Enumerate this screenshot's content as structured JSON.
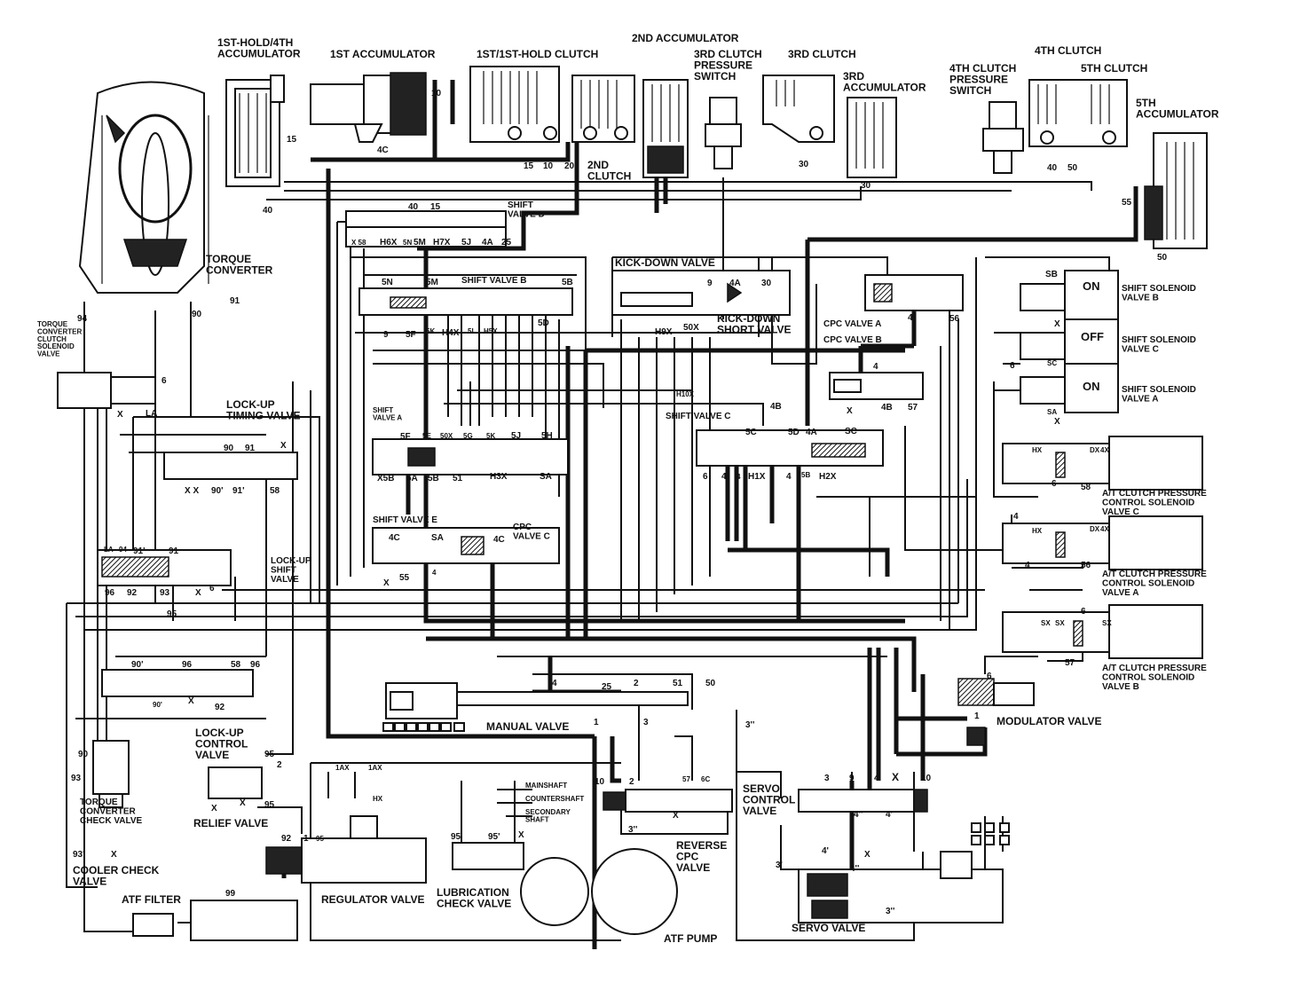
{
  "components": {
    "first_hold_fourth_accumulator": "1ST-HOLD/4TH\nACCUMULATOR",
    "first_accumulator": "1ST ACCUMULATOR",
    "first_clutch": "1ST/1ST-HOLD CLUTCH",
    "second_accumulator": "2ND ACCUMULATOR",
    "third_clutch_pressure_switch": "3RD CLUTCH\nPRESSURE\nSWITCH",
    "third_clutch": "3RD CLUTCH",
    "third_accumulator": "3RD\nACCUMULATOR",
    "fourth_clutch": "4TH CLUTCH",
    "fourth_clutch_pressure_switch": "4TH CLUTCH\nPRESSURE\nSWITCH",
    "fifth_clutch": "5TH CLUTCH",
    "fifth_accumulator": "5TH\nACCUMULATOR",
    "second_clutch": "2ND\nCLUTCH",
    "torque_converter": "TORQUE\nCONVERTER",
    "tcc_solenoid": "TORQUE\nCONVERTER\nCLUTCH\nSOLENOID\nVALVE",
    "lockup_timing_valve": "LOCK-UP\nTIMING VALVE",
    "lockup_shift_valve": "LOCK-UP\nSHIFT\nVALVE",
    "lockup_control_valve": "LOCK-UP\nCONTROL\nVALVE",
    "tc_check_valve": "TORQUE\nCONVERTER\nCHECK VALVE",
    "relief_valve": "RELIEF VALVE",
    "cooler_check_valve": "COOLER CHECK\nVALVE",
    "atf_filter": "ATF FILTER",
    "regulator_valve": "REGULATOR VALVE",
    "lubrication_check_valve": "LUBRICATION\nCHECK VALVE",
    "atf_pump": "ATF PUMP",
    "reverse_cpc_valve": "REVERSE\nCPC\nVALVE",
    "servo_control_valve": "SERVO\nCONTROL\nVALVE",
    "servo_valve": "SERVO VALVE",
    "manual_valve": "MANUAL VALVE",
    "modulator_valve": "MODULATOR VALVE",
    "shift_valve_d": "SHIFT\nVALVE D",
    "shift_valve_b": "SHIFT VALVE B",
    "shift_valve_a": "SHIFT\nVALVE A",
    "shift_valve_c": "SHIFT VALVE C",
    "shift_valve_e": "SHIFT VALVE E",
    "cpc_valve_c": "CPC\nVALVE C",
    "cpc_valve_a": "CPC VALVE A",
    "cpc_valve_b": "CPC VALVE B",
    "kick_down_valve": "KICK-DOWN VALVE",
    "kick_down_short_valve": "KICK-DOWN\nSHORT VALVE",
    "shift_solenoid_b": "SHIFT SOLENOID\nVALVE B",
    "shift_solenoid_c": "SHIFT SOLENOID\nVALVE C",
    "shift_solenoid_a": "SHIFT SOLENOID\nVALVE A",
    "at_cpc_solenoid_c": "A/T CLUTCH PRESSURE\nCONTROL SOLENOID\nVALVE C",
    "at_cpc_solenoid_a": "A/T CLUTCH PRESSURE\nCONTROL SOLENOID\nVALVE A",
    "at_cpc_solenoid_b": "A/T CLUTCH PRESSURE\nCONTROL SOLENOID\nVALVE B",
    "mainshaft": "MAINSHAFT",
    "countershaft": "COUNTERSHAFT",
    "secondary_shaft": "SECONDARY\nSHAFT"
  },
  "solenoid_states": {
    "b": "ON",
    "c": "OFF",
    "a": "ON"
  },
  "ports": {
    "p15a": "15",
    "p40a": "40",
    "p4c_top": "4C",
    "p10a": "10",
    "p15b": "15",
    "p10b": "10",
    "p20": "20",
    "p30a": "30",
    "p30b": "30",
    "p40b": "40",
    "p50a": "50",
    "p55": "55",
    "p50b": "50",
    "p94": "94",
    "p90a": "90",
    "p91a": "91",
    "p6a": "6",
    "pla": "LA",
    "px1": "X",
    "p40c": "40",
    "p15c": "15",
    "px58": "X 58",
    "ph6x": "H6X",
    "p5n_a": "5N",
    "p5m_a": "5M",
    "ph7x": "H7X",
    "p5j_a": "5J",
    "p4a_a": "4A",
    "p25a": "25",
    "p5n_b": "5N",
    "p5m_b": "5M",
    "p5b_a": "5B",
    "p9a": "9",
    "p5f_a": "5F",
    "p5k_a": "5K",
    "ph4x_a": "H4X",
    "p5l": "5L",
    "ph5x": "H5X",
    "p5d_a": "5D",
    "p9b": "9",
    "p4a_b": "4A",
    "p30c": "30",
    "ph9x": "H9X",
    "p50x": "50X",
    "ph10x": "H10X",
    "p4b_a": "4B",
    "p5c_a": "5C",
    "p5d_b": "5D",
    "p4a_c": "4A",
    "psc_a": "SC",
    "p6b": "6",
    "p4_a": "4",
    "p4_b": "4",
    "ph1x": "H1X",
    "p4_c": "4",
    "p5b_b": "5B",
    "ph2x": "H2X",
    "p5f_b": "5F",
    "p5e": "5E",
    "p50x_b": "50X",
    "p5g": "5G",
    "p5k_b": "5K",
    "p5j_b": "5J",
    "p5h": "5H",
    "px5b": "X5B",
    "p5a_a": "5A",
    "p5b_c": "5B",
    "p51a": "51",
    "ph3x": "H3X",
    "psa_a": "SA",
    "p4c_b": "4C",
    "psa_b": "SA",
    "p4c_c": "4C",
    "px2": "X",
    "p55b": "55",
    "p4_d": "4",
    "p4_e": "4",
    "p4b_b": "4B",
    "p57a": "57",
    "px3": "X",
    "p4_f": "4",
    "psb_a": "SB",
    "p56": "56",
    "p90b": "90",
    "p91b": "91",
    "px4": "X",
    "pxx": "X X",
    "p90c": "90'",
    "p91c": "91'",
    "p58a": "58",
    "pla2": "LA",
    "p94b": "94",
    "p91d": "91'",
    "p91e": "91",
    "p96a": "96",
    "p92a": "92",
    "p93a": "93",
    "px5": "X",
    "p6c": "6",
    "p95a": "95",
    "p90d": "90'",
    "p96b": "96",
    "p58b": "58",
    "p96c": "96",
    "p90e": "90'",
    "px6": "X",
    "p92b": "92",
    "p4g": "4",
    "p25b": "25",
    "p2a": "2",
    "p51b": "51",
    "p50c": "50",
    "p1a": "1",
    "p3a": "3",
    "p3b": "3''",
    "p90f": "90",
    "p93b": "93",
    "p95b": "95",
    "p2b": "2",
    "px7": "X",
    "px8": "X",
    "p95c": "95",
    "p93c": "93'",
    "px9": "X",
    "p92c": "92",
    "p1b": "1",
    "p95d": "95",
    "p1ax": "1AX",
    "p1ax2": "1AX",
    "phx": "HX",
    "p95e": "95",
    "p95f": "95'",
    "px10": "X",
    "p99": "99",
    "p10c": "10",
    "p2c": "2",
    "p57b": "57",
    "p6d": "6C",
    "px11": "X",
    "p3c": "3''",
    "p3d": "3",
    "p9c": "9",
    "p4h": "4",
    "px12": "X",
    "p10d": "10",
    "p4i": "4''",
    "p4j": "4'",
    "p3e": "3'",
    "p4k": "4'",
    "p4l": "4''",
    "px13": "X",
    "p3f": "3''",
    "p6e": "6",
    "p58c": "58",
    "p56b": "56",
    "p6f": "6",
    "p57c": "57",
    "p6g": "6",
    "p1c": "1",
    "phx_c": "HX",
    "pdx_c": "DX",
    "p4x_c": "4X",
    "phx_a": "HX",
    "pdx_a": "DX",
    "p4x_a": "4X",
    "psx_b1": "SX",
    "psx_b2": "SX",
    "psx_b3": "SX",
    "p6h": "6",
    "psc_b": "SC",
    "psa_c": "SA",
    "px14": "X",
    "px15": "X",
    "p4m": "4",
    "p4n": "4"
  }
}
